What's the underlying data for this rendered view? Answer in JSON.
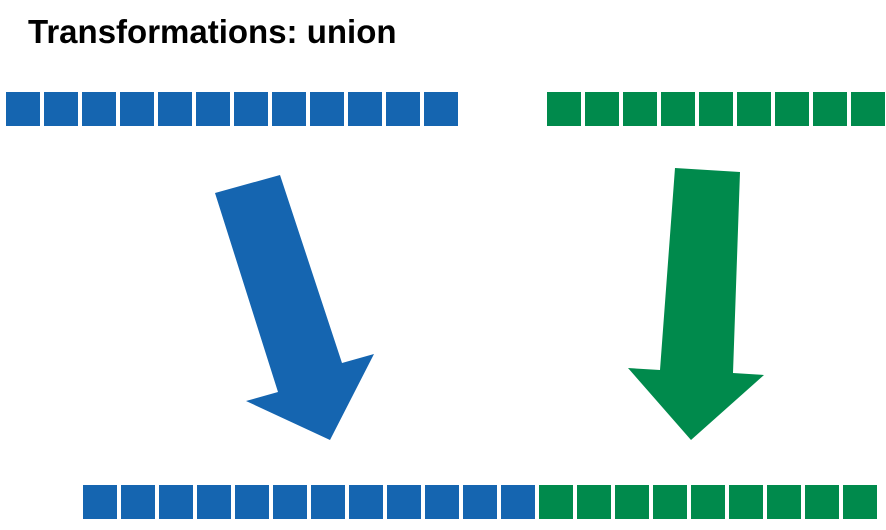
{
  "slide": {
    "title": "Transformations: union"
  },
  "colors": {
    "first_dataset": "#1565b0",
    "second_dataset": "#008a4c",
    "background": "#ffffff"
  },
  "datasets": {
    "first": {
      "partition_count": 12,
      "color_key": "first_dataset"
    },
    "second": {
      "partition_count": 9,
      "color_key": "second_dataset"
    }
  },
  "result": {
    "segments": [
      {
        "source": "first",
        "partition_count": 12
      },
      {
        "source": "second",
        "partition_count": 9
      }
    ]
  },
  "arrows": [
    {
      "name": "first-to-union-arrow-icon",
      "color_key": "first_dataset"
    },
    {
      "name": "second-to-union-arrow-icon",
      "color_key": "second_dataset"
    }
  ]
}
